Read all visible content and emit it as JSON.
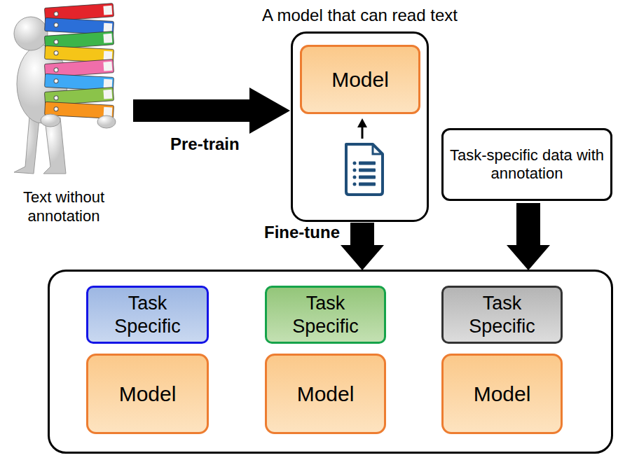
{
  "diagram": {
    "nodes": [
      {
        "text": [
          "Text without annotation"
        ]
      },
      {
        "text": [
          "A model that can read text"
        ]
      },
      {
        "text": [
          "Model"
        ],
        "in": 1
      },
      {
        "text": [
          "Task-specific data with annotation"
        ]
      },
      {
        "text": []
      },
      {
        "text": [
          "Task Specific"
        ],
        "in": 4
      },
      {
        "text": [
          "Task Specific"
        ],
        "in": 4
      },
      {
        "text": [
          "Task Specific"
        ],
        "in": 4
      },
      {
        "text": [
          "Model"
        ],
        "in": 4
      },
      {
        "text": [
          "Model"
        ],
        "in": 4
      },
      {
        "text": [
          "Model"
        ],
        "in": 4
      }
    ],
    "edges": [
      {
        "from": 0,
        "to": 1,
        "arrow": "to",
        "label": "Pre-train"
      },
      {
        "from": 1,
        "to": 4,
        "arrow": "to",
        "label": "Fine-tune"
      },
      {
        "from": 3,
        "to": 4,
        "arrow": "to"
      }
    ]
  }
}
